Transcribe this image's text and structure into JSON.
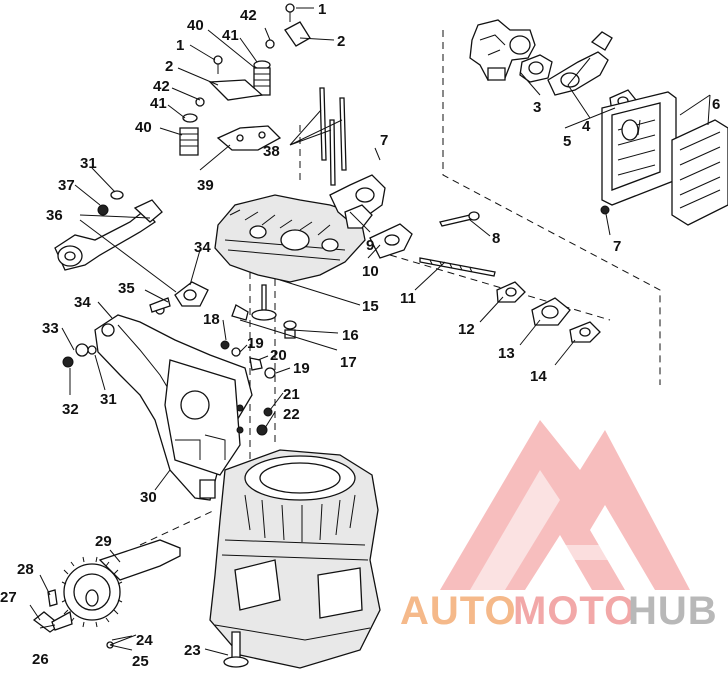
{
  "diagram": {
    "callouts": [
      {
        "id": "c1a",
        "text": "1"
      },
      {
        "id": "c2a",
        "text": "2"
      },
      {
        "id": "c42a",
        "text": "42"
      },
      {
        "id": "c40a",
        "text": "40"
      },
      {
        "id": "c41a",
        "text": "41"
      },
      {
        "id": "c1b",
        "text": "1"
      },
      {
        "id": "c2b",
        "text": "2"
      },
      {
        "id": "c42b",
        "text": "42"
      },
      {
        "id": "c41b",
        "text": "41"
      },
      {
        "id": "c40b",
        "text": "40"
      },
      {
        "id": "c38",
        "text": "38"
      },
      {
        "id": "c39",
        "text": "39"
      },
      {
        "id": "c31a",
        "text": "31"
      },
      {
        "id": "c37",
        "text": "37"
      },
      {
        "id": "c36",
        "text": "36"
      },
      {
        "id": "c34a",
        "text": "34"
      },
      {
        "id": "c35",
        "text": "35"
      },
      {
        "id": "c34b",
        "text": "34"
      },
      {
        "id": "c33",
        "text": "33"
      },
      {
        "id": "c32",
        "text": "32"
      },
      {
        "id": "c31b",
        "text": "31"
      },
      {
        "id": "c18",
        "text": "18"
      },
      {
        "id": "c19a",
        "text": "19"
      },
      {
        "id": "c20",
        "text": "20"
      },
      {
        "id": "c19b",
        "text": "19"
      },
      {
        "id": "c21",
        "text": "21"
      },
      {
        "id": "c22",
        "text": "22"
      },
      {
        "id": "c30",
        "text": "30"
      },
      {
        "id": "c7a",
        "text": "7"
      },
      {
        "id": "c9",
        "text": "9"
      },
      {
        "id": "c10",
        "text": "10"
      },
      {
        "id": "c8",
        "text": "8"
      },
      {
        "id": "c11",
        "text": "11"
      },
      {
        "id": "c15",
        "text": "15"
      },
      {
        "id": "c16",
        "text": "16"
      },
      {
        "id": "c17",
        "text": "17"
      },
      {
        "id": "c3",
        "text": "3"
      },
      {
        "id": "c4",
        "text": "4"
      },
      {
        "id": "c5",
        "text": "5"
      },
      {
        "id": "c6",
        "text": "6"
      },
      {
        "id": "c7b",
        "text": "7"
      },
      {
        "id": "c12",
        "text": "12"
      },
      {
        "id": "c13",
        "text": "13"
      },
      {
        "id": "c14",
        "text": "14"
      },
      {
        "id": "c29",
        "text": "29"
      },
      {
        "id": "c28",
        "text": "28"
      },
      {
        "id": "c27",
        "text": "27"
      },
      {
        "id": "c26",
        "text": "26"
      },
      {
        "id": "c24",
        "text": "24"
      },
      {
        "id": "c25",
        "text": "25"
      },
      {
        "id": "c23",
        "text": "23"
      }
    ]
  },
  "watermark": {
    "part1": "AUTO",
    "part2": "MOTO",
    "part3": "HUB",
    "colors": {
      "auto": "#f5b98a",
      "moto": "#f2a8a8",
      "hub": "#b8b8b8",
      "logo": "#f4a0a0"
    }
  }
}
